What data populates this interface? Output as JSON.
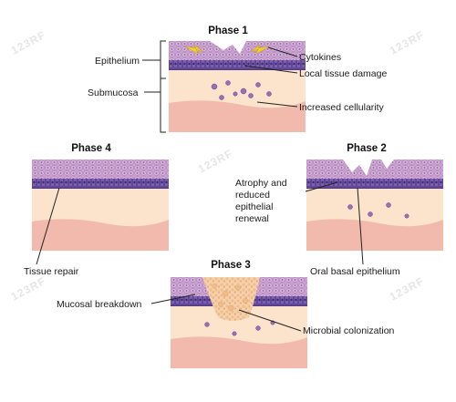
{
  "phases": {
    "phase1": "Phase 1",
    "phase2": "Phase 2",
    "phase3": "Phase 3",
    "phase4": "Phase 4"
  },
  "labels": {
    "epithelium": "Epithelium",
    "submucosa": "Submucosa",
    "cytokines": "Cytokines",
    "local_tissue_damage": "Local tissue damage",
    "increased_cellularity": "Increased cellularity",
    "atrophy_line1": "Atrophy and",
    "atrophy_line2": "reduced",
    "atrophy_line3": "epithelial",
    "atrophy_line4": "renewal",
    "oral_basal_epithelium": "Oral basal epithelium",
    "tissue_repair": "Tissue repair",
    "mucosal_breakdown": "Mucosal breakdown",
    "microbial_colonization": "Microbial colonization"
  },
  "colors": {
    "upper_epithelium": "#c9a0cf",
    "basal_layer": "#6a4a9b",
    "basal_cell": "#4c3a86",
    "submucosa": "#fbe3cc",
    "deep_tissue": "#f2b9ad",
    "cytokine_arrow": "#f3d22a",
    "microbes": "#f2c69a"
  }
}
